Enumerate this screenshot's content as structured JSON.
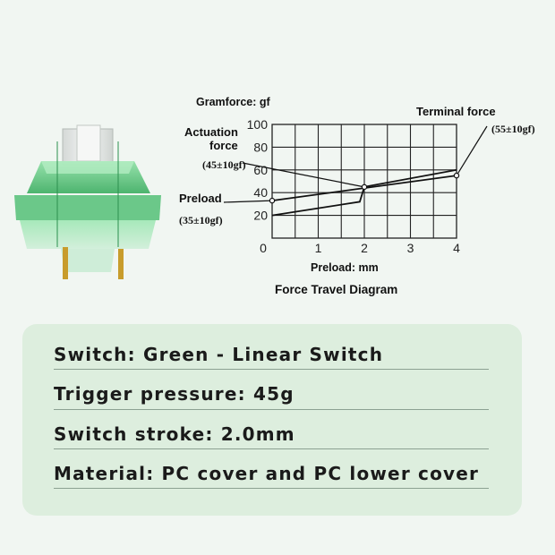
{
  "colors": {
    "background": "#f1f6f2",
    "card": "#ddeede",
    "switch_green": "#58c47c",
    "stem": "#e4e6e4",
    "pins": "#c89c2c"
  },
  "chart_data": {
    "type": "line",
    "title": "Force Travel Diagram",
    "ylabel": "Gramforce: gf",
    "xlabel": "Preload: mm",
    "x_ticks": [
      0,
      1,
      2,
      3,
      4
    ],
    "y_ticks": [
      20,
      40,
      60,
      80,
      100
    ],
    "xlim": [
      0,
      4
    ],
    "ylim": [
      0,
      100
    ],
    "grid": true,
    "series": [
      {
        "values": [
          [
            0,
            20
          ],
          [
            1.9,
            32
          ],
          [
            2,
            45
          ],
          [
            4,
            60
          ]
        ]
      },
      {
        "values": [
          [
            0,
            33
          ],
          [
            4,
            55
          ]
        ]
      }
    ],
    "annotations": [
      {
        "lines": [
          "Actuation",
          "force"
        ],
        "value": "(45±10gf)",
        "point": [
          2,
          45
        ]
      },
      {
        "lines": [
          "Preload"
        ],
        "value": "(35±10gf)",
        "point": [
          0,
          33
        ]
      },
      {
        "lines": [
          "Terminal force"
        ],
        "value": "(55±10gf)",
        "point": [
          4,
          55
        ]
      }
    ]
  },
  "specs": [
    "Switch: Green - Linear Switch",
    "Trigger pressure: 45g",
    "Switch stroke: 2.0mm",
    "Material: PC cover and PC lower cover"
  ]
}
